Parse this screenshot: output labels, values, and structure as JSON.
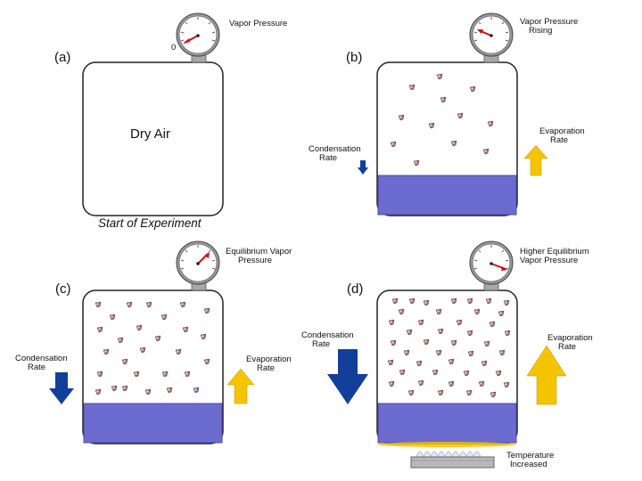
{
  "colors": {
    "water": "#6b6bd0",
    "water_border": "#4b4ba8",
    "down_arrow": "#123f9a",
    "up_arrow": "#f5c400",
    "needle": "#cc1111",
    "molecule": "#9a6f70"
  },
  "panels": [
    {
      "letter": "(a)",
      "gauge_label": "Vapor Pressure",
      "gauge_zero": "0",
      "main_text": "Dry Air",
      "caption": "Start of Experiment"
    },
    {
      "letter": "(b)",
      "gauge_label_line1": "Vapor Pressure",
      "gauge_label_line2": "Rising",
      "condensation_line1": "Condensation",
      "condensation_line2": "Rate",
      "evaporation_line1": "Evaporation",
      "evaporation_line2": "Rate"
    },
    {
      "letter": "(c)",
      "gauge_label_line1": "Equilibrium Vapor",
      "gauge_label_line2": "Pressure",
      "condensation_line1": "Condensation",
      "condensation_line2": "Rate",
      "evaporation_line1": "Evaporation",
      "evaporation_line2": "Rate"
    },
    {
      "letter": "(d)",
      "gauge_label_line1": "Higher Equilibrium",
      "gauge_label_line2": "Vapor Pressure",
      "condensation_line1": "Condensation",
      "condensation_line2": "Rate",
      "evaporation_line1": "Evaporation",
      "evaporation_line2": "Rate",
      "heater_line1": "Temperature",
      "heater_line2": "Increased"
    }
  ]
}
